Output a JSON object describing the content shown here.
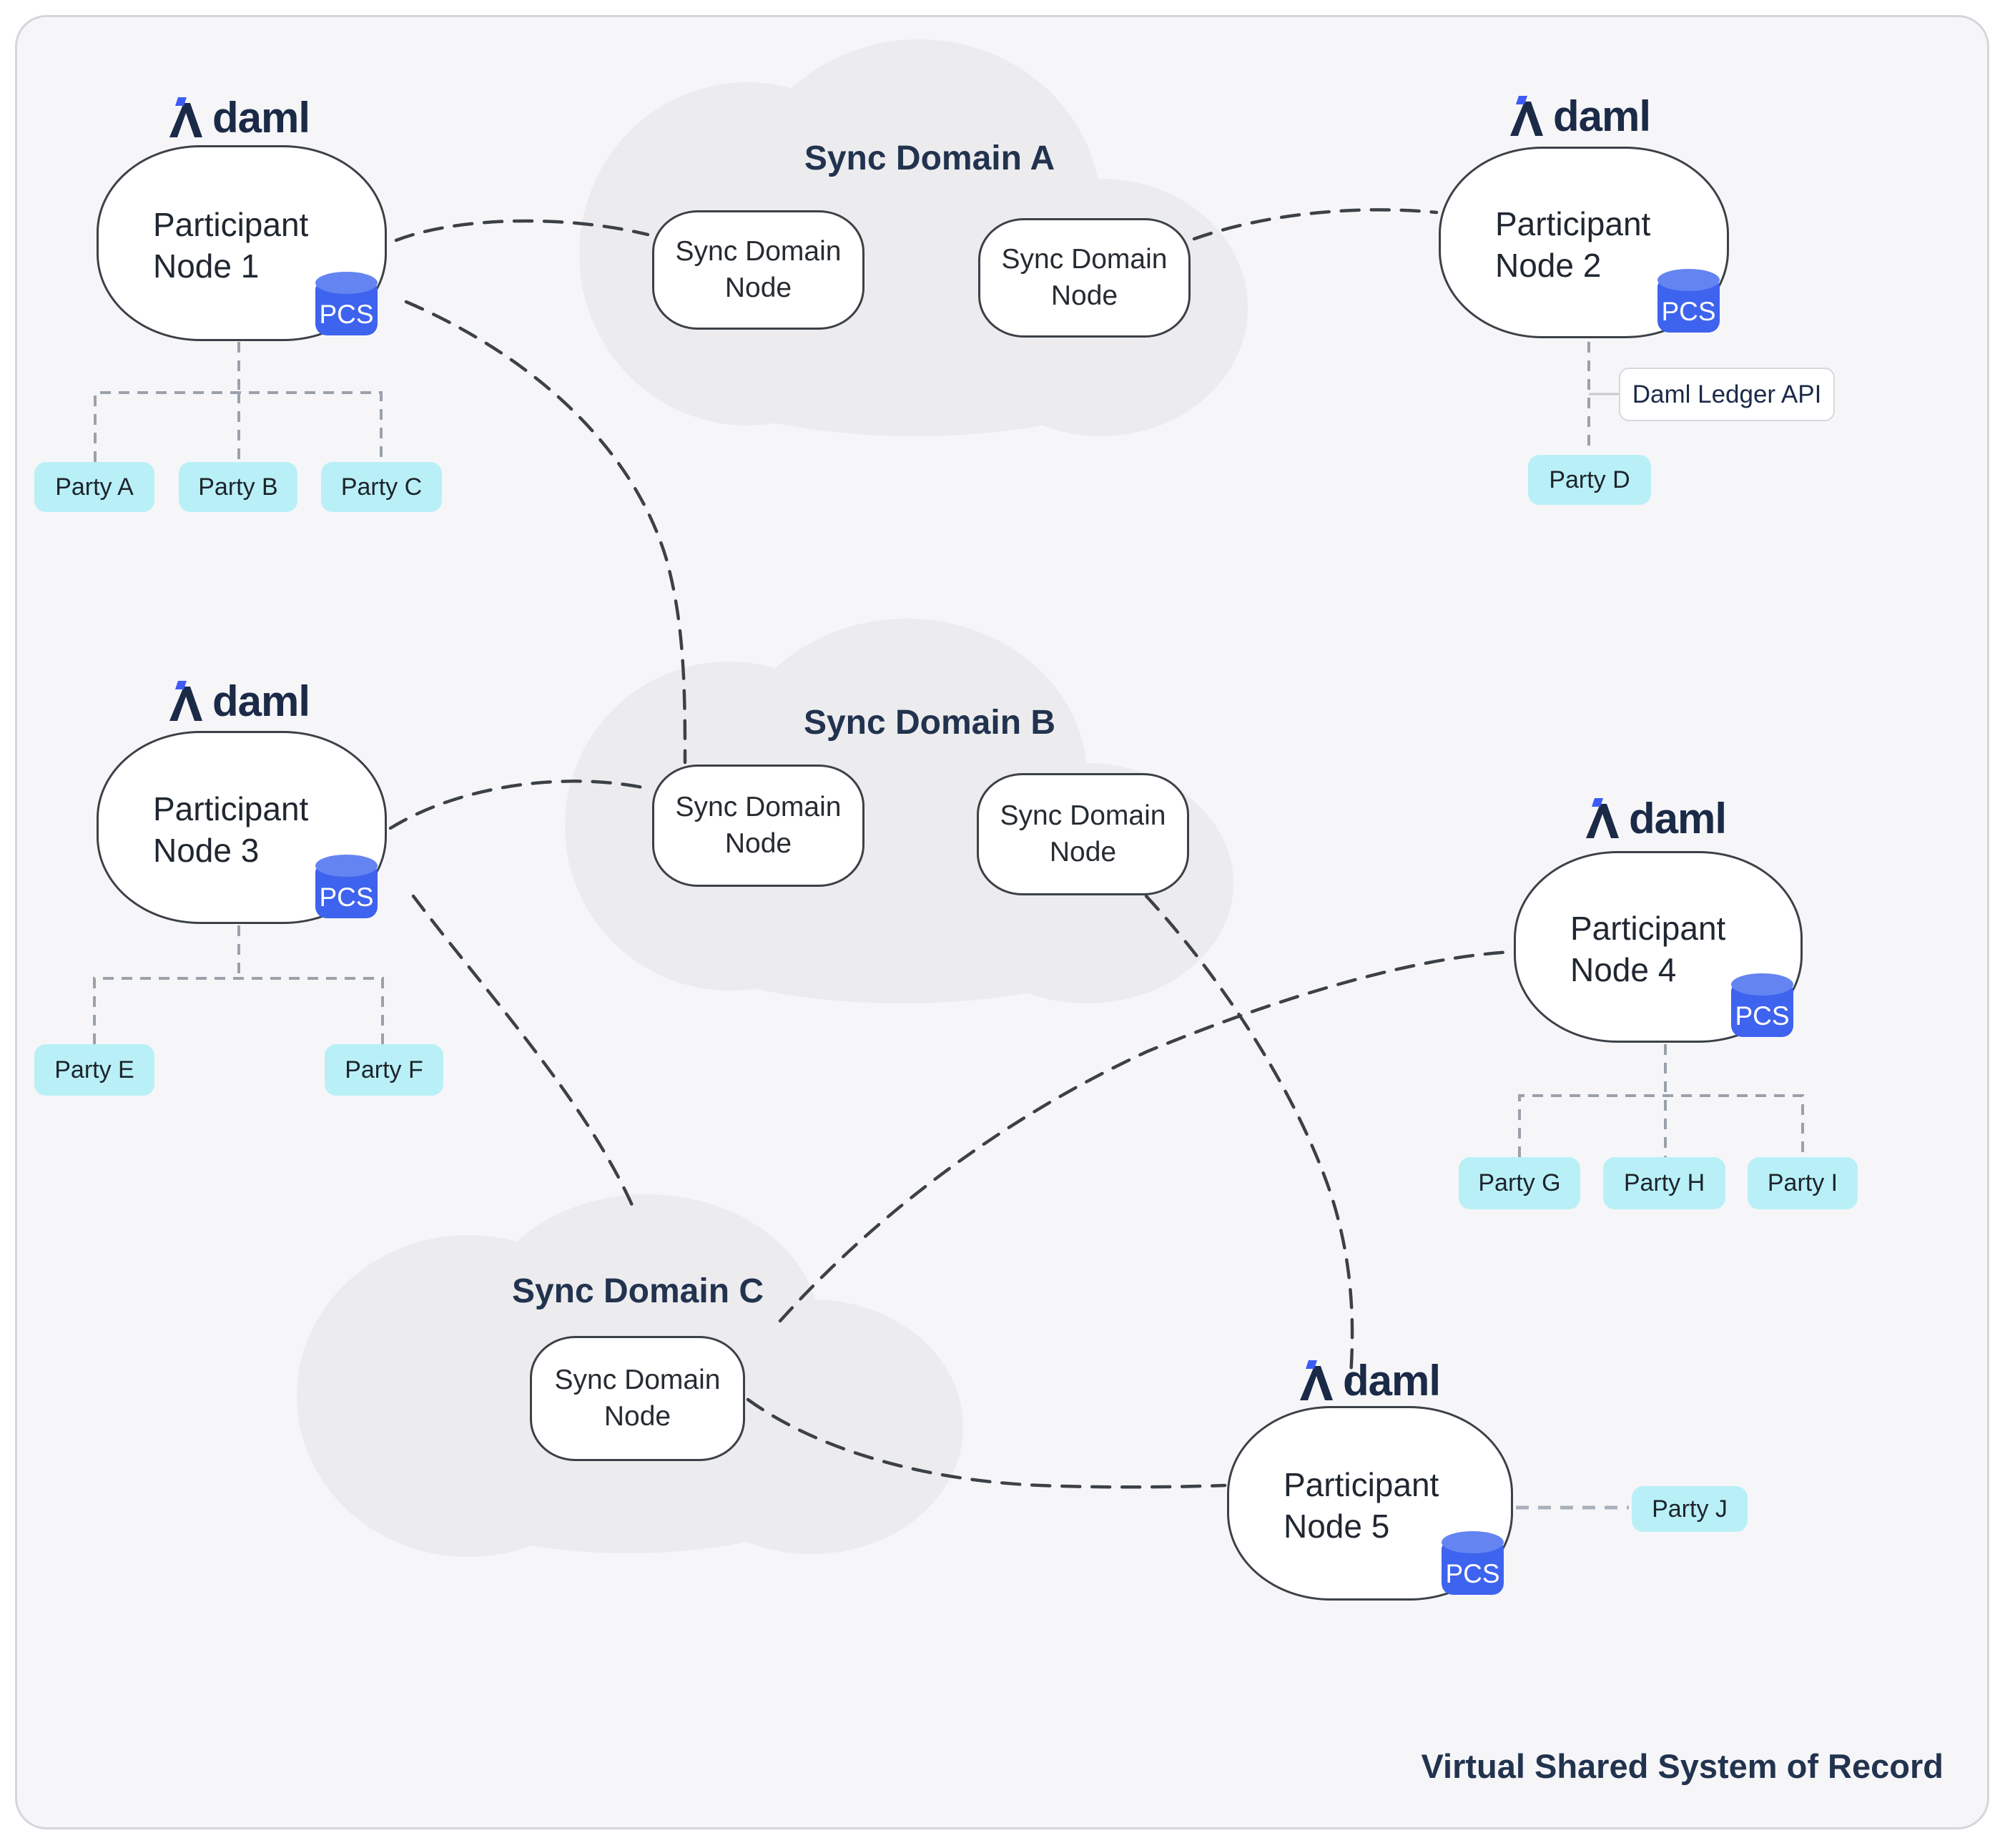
{
  "diagram": {
    "brand": "daml",
    "caption": "Virtual Shared System of Record",
    "pcs_label": "PCS",
    "sync_node_label": "Sync Domain Node",
    "ledger_api_label": "Daml Ledger API",
    "domains": [
      {
        "title": "Sync Domain A",
        "node_count": 2
      },
      {
        "title": "Sync Domain B",
        "node_count": 2
      },
      {
        "title": "Sync Domain C",
        "node_count": 1
      }
    ],
    "participants": [
      {
        "name": "Participant Node 1",
        "parties": [
          "Party A",
          "Party B",
          "Party C"
        ]
      },
      {
        "name": "Participant Node 2",
        "parties": [
          "Party D"
        ]
      },
      {
        "name": "Participant Node 3",
        "parties": [
          "Party E",
          "Party F"
        ]
      },
      {
        "name": "Participant Node 4",
        "parties": [
          "Party G",
          "Party H",
          "Party I"
        ]
      },
      {
        "name": "Participant Node 5",
        "parties": [
          "Party J"
        ]
      }
    ],
    "colors": {
      "accent_blue": "#3d5cf5",
      "pcs_blue": "#3e63ee",
      "party_cyan": "#b9f0f7",
      "navy": "#22334f",
      "cloud_gray": "#ececee",
      "background": "#f6f6f8"
    }
  }
}
